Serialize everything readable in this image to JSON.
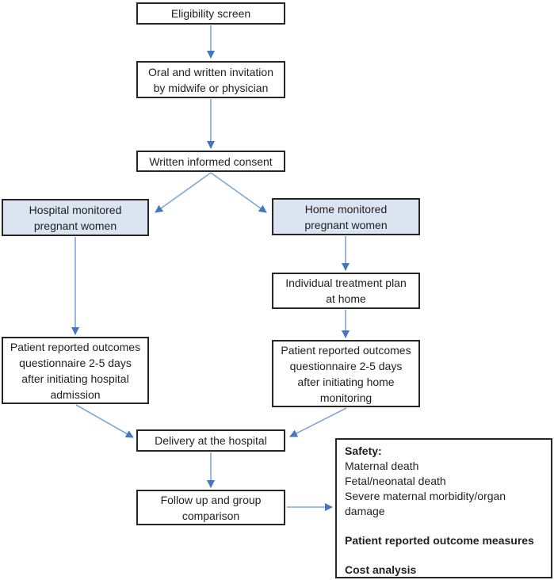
{
  "figure": {
    "type": "flowchart",
    "description": "Study flow diagram comparing hospital monitored and home monitored pregnant women"
  },
  "boxes": {
    "eligibility": "Eligibility screen",
    "invitation": "Oral and written invitation\nby midwife or physician",
    "consent": "Written informed consent",
    "hospital_arm": "Hospital monitored\npregnant women",
    "home_arm": "Home monitored\npregnant women",
    "treatment_plan": "Individual treatment plan\nat home",
    "pro_hospital": "Patient reported outcomes\nquestionnaire 2-5 days\nafter initiating hospital\nadmission",
    "pro_home": "Patient reported outcomes\nquestionnaire 2-5 days\nafter initiating home\nmonitoring",
    "delivery": "Delivery at the hospital",
    "followup": "Follow up and group\ncomparison",
    "outcomes": {
      "title": "Safety:",
      "safety_items": "Maternal death\nFetal/neonatal death\nSevere maternal morbidity/organ damage",
      "prom": "Patient reported outcome measures",
      "cost": "Cost analysis"
    }
  },
  "colors": {
    "highlight_fill": "#dbe5f1",
    "box_border": "#262626",
    "arrow_shaft": "#7da7dc",
    "arrow_head": "#4576be",
    "text": "#1f1f1f"
  }
}
